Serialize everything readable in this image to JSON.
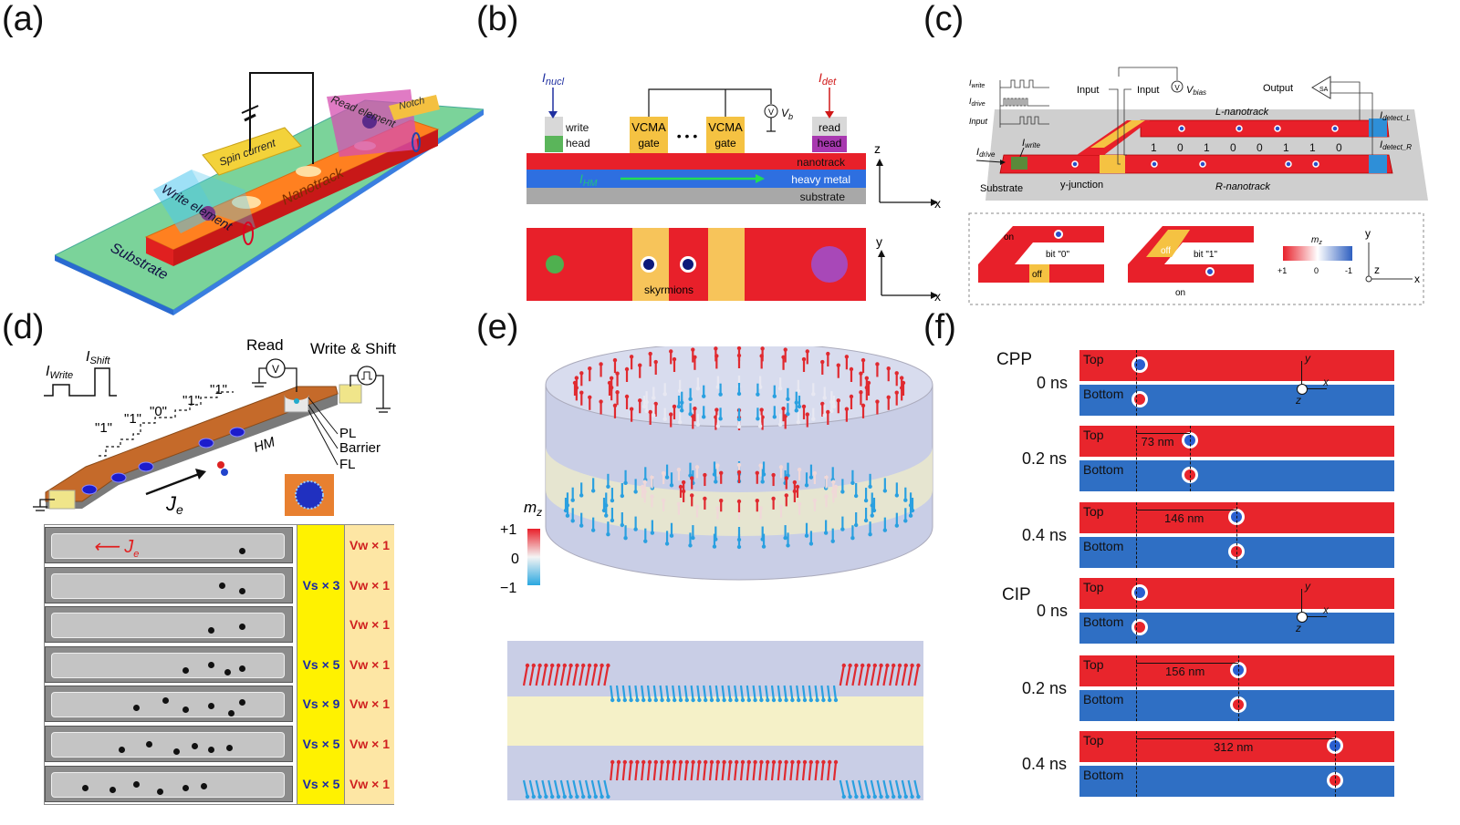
{
  "panels": {
    "a": {
      "label": "(a)",
      "spin_current": "Spin current",
      "read_element": "Read element",
      "notch": "Notch",
      "nanotrack": "Nanotrack",
      "write_element": "Write element",
      "substrate": "Substrate"
    },
    "b": {
      "label": "(b)",
      "inucl": "I",
      "inucl_sub": "nucl",
      "idet": "I",
      "idet_sub": "det",
      "write_head_1": "write",
      "write_head_2": "head",
      "vcma_1": "VCMA",
      "vcma_gate": "gate",
      "dots": "• • •",
      "vb": "V",
      "vb_sub": "b",
      "read_head_1": "read",
      "read_head_2": "head",
      "nanotrack": "nanotrack",
      "heavy_metal": "heavy metal",
      "substrate": "substrate",
      "ihm": "I",
      "ihm_sub": "HM",
      "axis_z": "z",
      "axis_x": "x",
      "axis_y": "y",
      "axis_x2": "x",
      "skyrmions": "skyrmions"
    },
    "c": {
      "label": "(c)",
      "iwrite": "I",
      "iwrite_sub": "write",
      "idrive": "I",
      "idrive_sub": "drive",
      "input_small": "Input",
      "input1": "Input",
      "input2": "Input",
      "vbias": "V",
      "vbias_sub": "bias",
      "output": "Output",
      "sa": "SA",
      "l_nanotrack": "L-nanotrack",
      "r_nanotrack": "R-nanotrack",
      "idetect_l": "I",
      "idetect_l_sub": "detect_L",
      "idetect_r": "I",
      "idetect_r_sub": "detect_R",
      "iwrite2": "I",
      "iwrite2_sub": "write",
      "idrive2": "I",
      "idrive2_sub": "drive",
      "bits": [
        "1",
        "0",
        "1",
        "0",
        "0",
        "1",
        "1",
        "0"
      ],
      "substrate": "Substrate",
      "yjunction": "y-junction",
      "on1": "on",
      "off1": "off",
      "bit0": "bit \"0\"",
      "off2": "off",
      "bit1": "bit \"1\"",
      "on2": "on",
      "mz": "m",
      "mz_sub": "z",
      "plus1": "+1",
      "zero": "0",
      "minus1": "-1",
      "ax_y": "y",
      "ax_z": "z",
      "ax_x": "x"
    },
    "d": {
      "label": "(d)",
      "iwrite": "I",
      "iwrite_sub": "Write",
      "ishift": "I",
      "ishift_sub": "Shift",
      "read": "Read",
      "write_shift": "Write & Shift",
      "bits": [
        "\"1\"",
        "\"1\"",
        "\"0\"",
        "\"1\"",
        "\"1\""
      ],
      "pl": "PL",
      "barrier": "Barrier",
      "fl": "FL",
      "hm": "HM",
      "je": "J",
      "je_sub": "e",
      "je_red": "J",
      "je_red_sub": "e",
      "rows": [
        {
          "vs": "",
          "vw": "V_w × 1"
        },
        {
          "vs": "V_s × 3",
          "vw": "V_w × 1"
        },
        {
          "vs": "",
          "vw": "V_w × 1"
        },
        {
          "vs": "V_s × 5",
          "vw": "V_w × 1"
        },
        {
          "vs": "V_s × 9",
          "vw": "V_w × 1"
        },
        {
          "vs": "V_s × 5",
          "vw": "V_w × 1"
        },
        {
          "vs": "V_s × 5",
          "vw": "V_w × 1"
        }
      ]
    },
    "e": {
      "label": "(e)",
      "mz": "m",
      "mz_sub": "z",
      "plus1": "+1",
      "zero": "0",
      "minus1": "−1"
    },
    "f": {
      "label": "(f)",
      "cpp": "CPP",
      "cip": "CIP",
      "times": [
        "0 ns",
        "0.2 ns",
        "0.4 ns",
        "0 ns",
        "0.2 ns",
        "0.4 ns"
      ],
      "top": "Top",
      "bottom": "Bottom",
      "ax_y": "y",
      "ax_x": "x",
      "ax_z": "z",
      "distances": [
        "",
        "73 nm",
        "146 nm",
        "",
        "156 nm",
        "312 nm"
      ]
    }
  },
  "colors": {
    "red": "#e8202a",
    "blue": "#2e6fd0",
    "yellow": "#f5c842",
    "orange": "#f08020",
    "green": "#6fc98a"
  }
}
